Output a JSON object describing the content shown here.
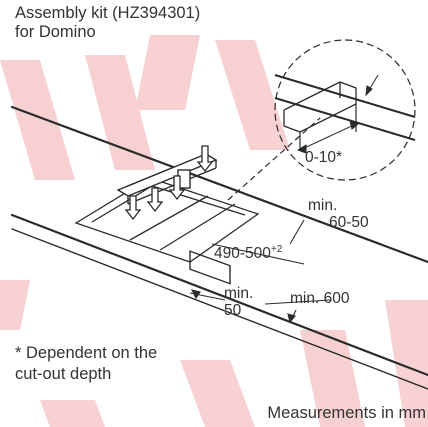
{
  "header": {
    "title_line1": "Assembly kit (HZ394301)",
    "title_line2": "for Domino"
  },
  "dimensions": {
    "detail_gap": "0-10*",
    "worktop_thickness_min": "min.",
    "worktop_thickness_value": "60-50",
    "cutout_width_value": "490-500",
    "cutout_width_tolerance": "+2",
    "edge_distance_min": "min.",
    "edge_distance_value": "50",
    "depth_min_label": "min. 600"
  },
  "footnote": {
    "line1": "* Dependent on the",
    "line2": "cut-out depth"
  },
  "units_note": "Measurements in mm",
  "colors": {
    "line": "#2b2b2b",
    "watermark": "#f2b8bb",
    "background": "#ffffff"
  }
}
